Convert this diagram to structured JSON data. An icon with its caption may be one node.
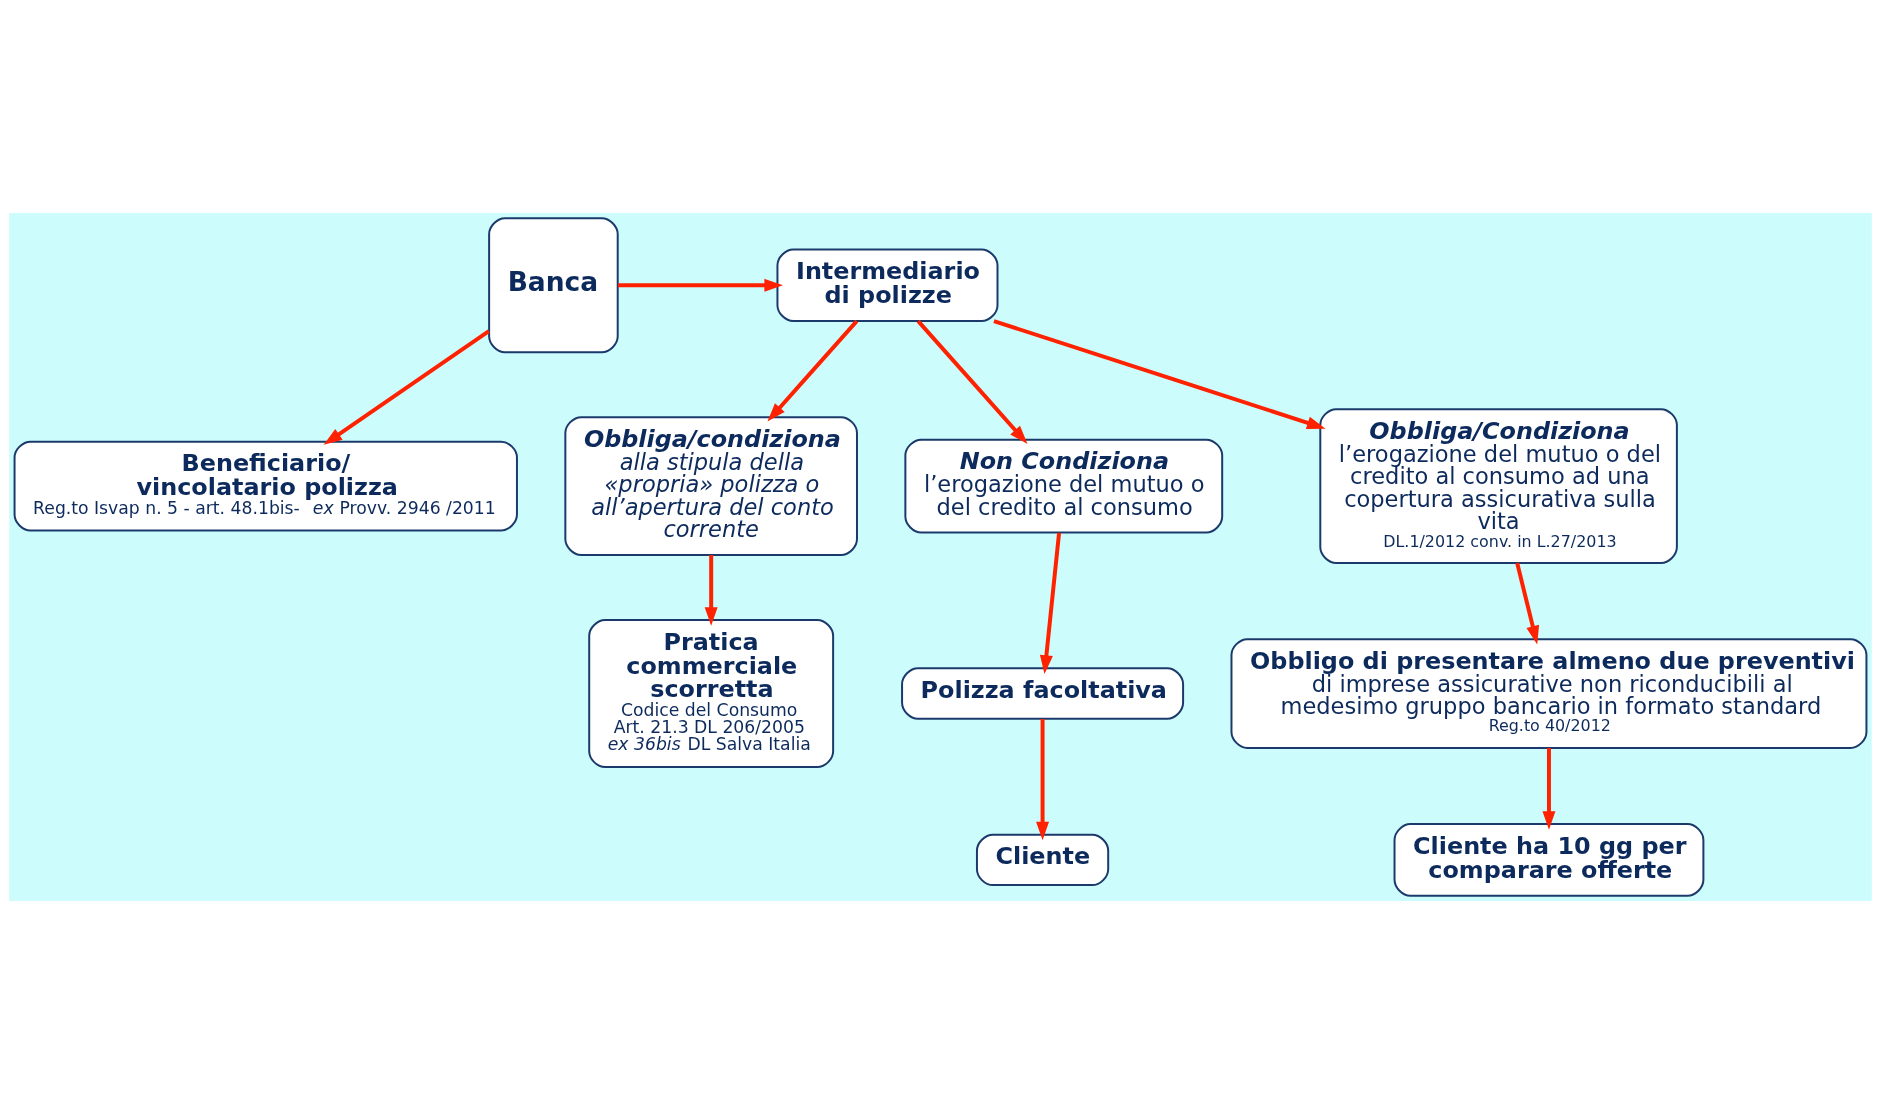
{
  "diagram": {
    "nodes": [
      {
        "text": [
          "Beneficiario/ vincolatario polizza",
          "Reg.to Isvap n. 5 - art. 48.1bis- *ex* Provv. 2946 /2011"
        ]
      },
      {
        "text": [
          "Banca"
        ]
      },
      {
        "text": [
          "Intermediario di polizze"
        ]
      },
      {
        "text": [
          "Obbliga/condiziona",
          "alla stipula della «propria» polizza o all’apertura del conto corrente"
        ]
      },
      {
        "text": [
          "Pratica commerciale scorretta",
          "Codice del Consumo Art. 21.3 DL 206/2005",
          "*ex 36bis* DL Salva Italia"
        ]
      },
      {
        "text": [
          "Non Condiziona",
          "l’erogazione del mutuo o del credito al consumo"
        ]
      },
      {
        "text": [
          "Obbliga/Condiziona",
          "l’erogazione del mutuo o del credito al consumo ad una copertura assicurativa sulla vita",
          "DL.1/2012 conv. in L.27/2013"
        ]
      },
      {
        "text": [
          "Cliente ha 10 gg per comparare offerte"
        ]
      },
      {
        "text": [
          "Polizza facoltativa"
        ]
      },
      {
        "text": [
          "Obbligo di presentare almeno due preventivi",
          "di imprese assicurative non riconducibili al medesimo gruppo bancario in formato standard",
          "Reg.to 40/2012"
        ]
      },
      {
        "text": [
          "Cliente"
        ]
      }
    ],
    "edges": [
      {
        "from": 1,
        "to": 0,
        "arrow": "to"
      },
      {
        "from": 1,
        "to": 2,
        "arrow": "to"
      },
      {
        "from": 2,
        "to": 3,
        "arrow": "to"
      },
      {
        "from": 3,
        "to": 4,
        "arrow": "to"
      },
      {
        "from": 2,
        "to": 5,
        "arrow": "to"
      },
      {
        "from": 2,
        "to": 6,
        "arrow": "to"
      },
      {
        "from": 5,
        "to": 8,
        "arrow": "to"
      },
      {
        "from": 6,
        "to": 9,
        "arrow": "to"
      },
      {
        "from": 9,
        "to": 7,
        "arrow": "to"
      },
      {
        "from": 8,
        "to": 10,
        "arrow": "to"
      }
    ]
  }
}
